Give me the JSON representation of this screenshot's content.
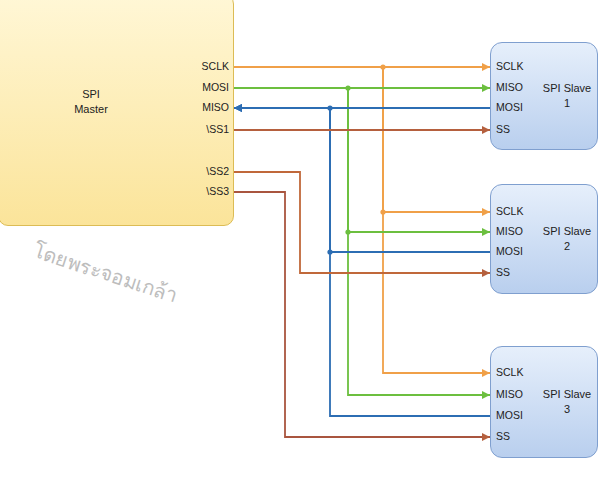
{
  "diagram": {
    "nodes": [
      {
        "text": [
          "SPI Master"
        ]
      },
      {
        "text": [
          "SPI Slave 1"
        ]
      },
      {
        "text": [
          "SPI Slave 2"
        ]
      },
      {
        "text": [
          "SPI Slave 3"
        ]
      }
    ],
    "edges": [
      {
        "from": 0,
        "to": 1,
        "arrow": "to"
      },
      {
        "from": 0,
        "to": 2,
        "arrow": "to"
      },
      {
        "from": 0,
        "to": 3,
        "arrow": "to"
      },
      {
        "from": 0,
        "to": 1,
        "arrow": "to"
      },
      {
        "from": 0,
        "to": 2,
        "arrow": "to"
      },
      {
        "from": 0,
        "to": 3,
        "arrow": "to"
      },
      {
        "from": 1,
        "to": 0,
        "arrow": "to"
      },
      {
        "from": 2,
        "to": 0,
        "arrow": "to"
      },
      {
        "from": 3,
        "to": 0,
        "arrow": "to"
      },
      {
        "from": 0,
        "to": 1,
        "arrow": "to"
      },
      {
        "from": 0,
        "to": 2,
        "arrow": "to"
      },
      {
        "from": 0,
        "to": 3,
        "arrow": "to"
      }
    ],
    "labels": [
      "SCLK",
      "MOSI",
      "MISO",
      "\\SS1",
      "\\SS2",
      "\\SS3",
      "SCLK",
      "MISO",
      "MOSI",
      "SS",
      "SCLK",
      "MISO",
      "MOSI",
      "SS",
      "SCLK",
      "MISO",
      "MOSI",
      "SS",
      "โดยพระจอมเกล้า"
    ]
  }
}
